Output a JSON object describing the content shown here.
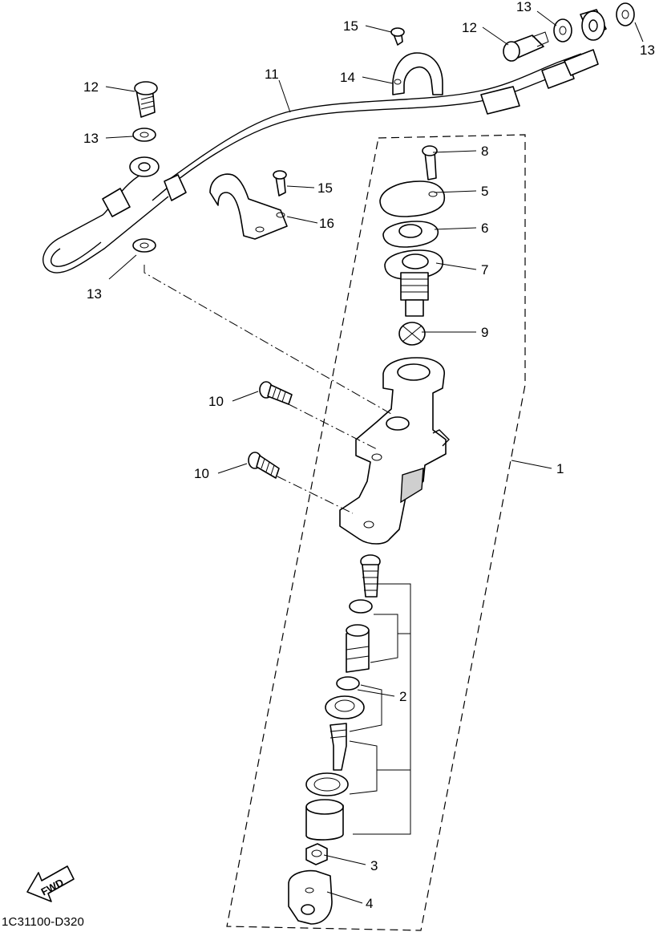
{
  "diagram_code": "1C31100-D320",
  "fwd_label": "FWD",
  "callouts": {
    "c1": "1",
    "c2": "2",
    "c3": "3",
    "c4": "4",
    "c5": "5",
    "c6": "6",
    "c7": "7",
    "c8": "8",
    "c9": "9",
    "c10a": "10",
    "c10b": "10",
    "c11": "11",
    "c12a": "12",
    "c12b": "12",
    "c13a": "13",
    "c13b": "13",
    "c13c": "13",
    "c13d": "13",
    "c14": "14",
    "c15a": "15",
    "c15b": "15",
    "c16": "16"
  }
}
